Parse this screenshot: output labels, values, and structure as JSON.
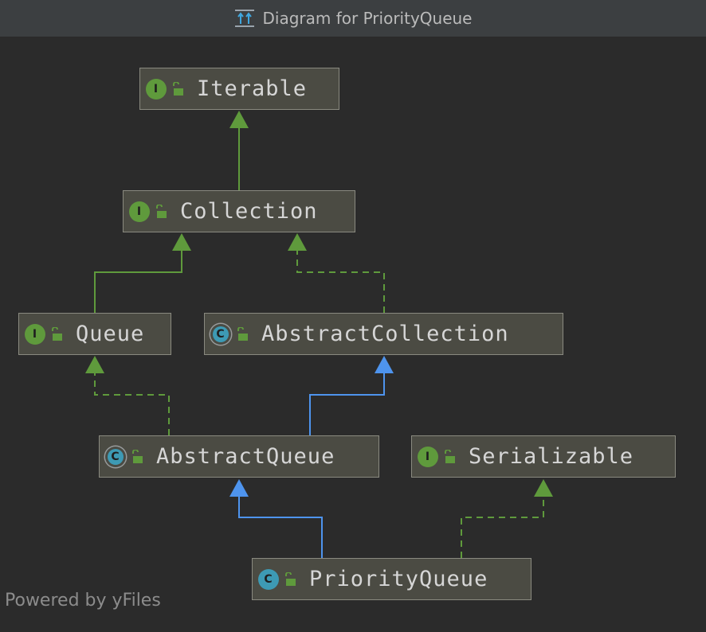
{
  "window": {
    "title": "Diagram for PriorityQueue"
  },
  "nodes": {
    "iterable": {
      "label": "Iterable",
      "kind": "I"
    },
    "collection": {
      "label": "Collection",
      "kind": "I"
    },
    "queue": {
      "label": "Queue",
      "kind": "I"
    },
    "abstract_collection": {
      "label": "AbstractCollection",
      "kind": "C"
    },
    "abstract_queue": {
      "label": "AbstractQueue",
      "kind": "C"
    },
    "serializable": {
      "label": "Serializable",
      "kind": "I"
    },
    "priority_queue": {
      "label": "PriorityQueue",
      "kind": "C"
    }
  },
  "edges": [
    {
      "from": "Collection",
      "to": "Iterable",
      "type": "extends-interface"
    },
    {
      "from": "Queue",
      "to": "Collection",
      "type": "extends-interface"
    },
    {
      "from": "AbstractCollection",
      "to": "Collection",
      "type": "implements"
    },
    {
      "from": "AbstractQueue",
      "to": "Queue",
      "type": "implements"
    },
    {
      "from": "AbstractQueue",
      "to": "AbstractCollection",
      "type": "extends-class"
    },
    {
      "from": "PriorityQueue",
      "to": "AbstractQueue",
      "type": "extends-class"
    },
    {
      "from": "PriorityQueue",
      "to": "Serializable",
      "type": "implements"
    }
  ],
  "colors": {
    "background": "#2b2b2b",
    "node_fill": "#4b4b43",
    "interface_edge": "#5f9a3c",
    "class_edge": "#4e94ee",
    "interface_badge": "#5f9a3c",
    "class_badge": "#3d9ab4"
  },
  "footer": {
    "text": "Powered by yFiles"
  }
}
